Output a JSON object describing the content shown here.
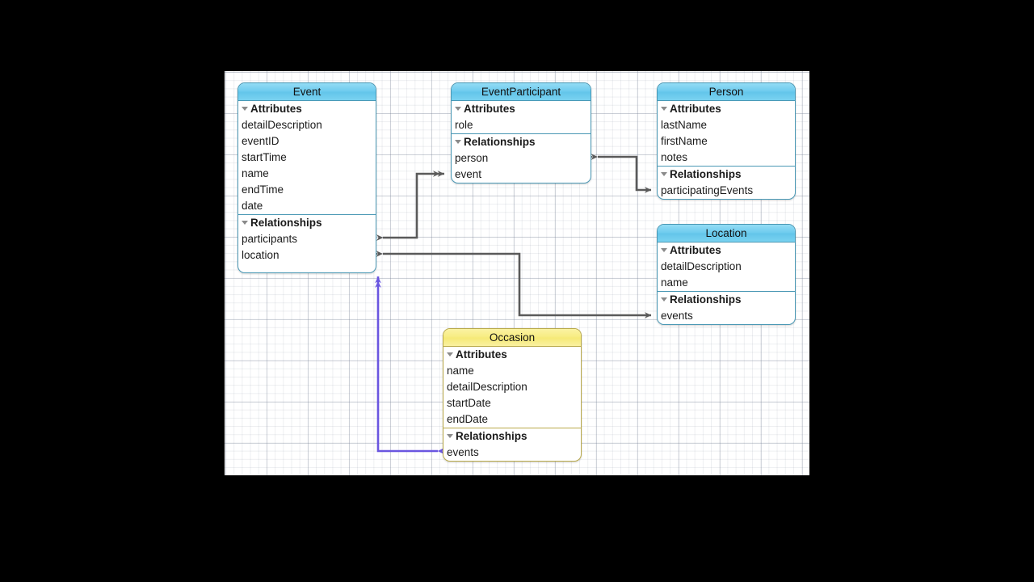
{
  "app": {
    "canvas_label": "data-model-canvas",
    "background_color": "#000000",
    "canvas_color": "#ffffff",
    "entity_header_color": "#6ecbee",
    "entity_border_color": "#4a98b5",
    "occasion_header_color": "#f5e976",
    "occasion_border_color": "#b9a94a",
    "connector_color": "#5a5a5a",
    "selected_connector_color": "#6a56e0"
  },
  "section_labels": {
    "attributes": "Attributes",
    "relationships": "Relationships"
  },
  "entities": [
    {
      "id": "event",
      "name": "Event",
      "color": "blue",
      "attributes": [
        "detailDescription",
        "eventID",
        "startTime",
        "name",
        "endTime",
        "date"
      ],
      "relationships": [
        "participants",
        "location"
      ]
    },
    {
      "id": "eventparticipant",
      "name": "EventParticipant",
      "color": "blue",
      "attributes": [
        "role"
      ],
      "relationships": [
        "person",
        "event"
      ]
    },
    {
      "id": "person",
      "name": "Person",
      "color": "blue",
      "attributes": [
        "lastName",
        "firstName",
        "notes"
      ],
      "relationships": [
        "participatingEvents"
      ]
    },
    {
      "id": "location",
      "name": "Location",
      "color": "blue",
      "attributes": [
        "detailDescription",
        "name"
      ],
      "relationships": [
        "events"
      ]
    },
    {
      "id": "occasion",
      "name": "Occasion",
      "color": "yellow",
      "attributes": [
        "name",
        "detailDescription",
        "startDate",
        "endDate"
      ],
      "relationships": [
        "events"
      ]
    }
  ],
  "connectors": [
    {
      "id": "event-participants-to-eventparticipant-event",
      "from": "Event.participants",
      "to": "EventParticipant.event",
      "color": "#5a5a5a",
      "from_arrow": "single",
      "to_arrow": "double"
    },
    {
      "id": "eventparticipant-person-to-person-participatingevents",
      "from": "EventParticipant.person",
      "to": "Person.participatingEvents",
      "color": "#5a5a5a",
      "from_arrow": "double",
      "to_arrow": "single"
    },
    {
      "id": "event-location-to-location-events",
      "from": "Event.location",
      "to": "Location.events",
      "color": "#5a5a5a",
      "from_arrow": "double",
      "to_arrow": "single"
    },
    {
      "id": "occasion-events-to-event",
      "from": "Occasion.events",
      "to": "Event",
      "color": "#6a56e0",
      "from_arrow": "single",
      "to_arrow": "double",
      "selected": true
    }
  ]
}
